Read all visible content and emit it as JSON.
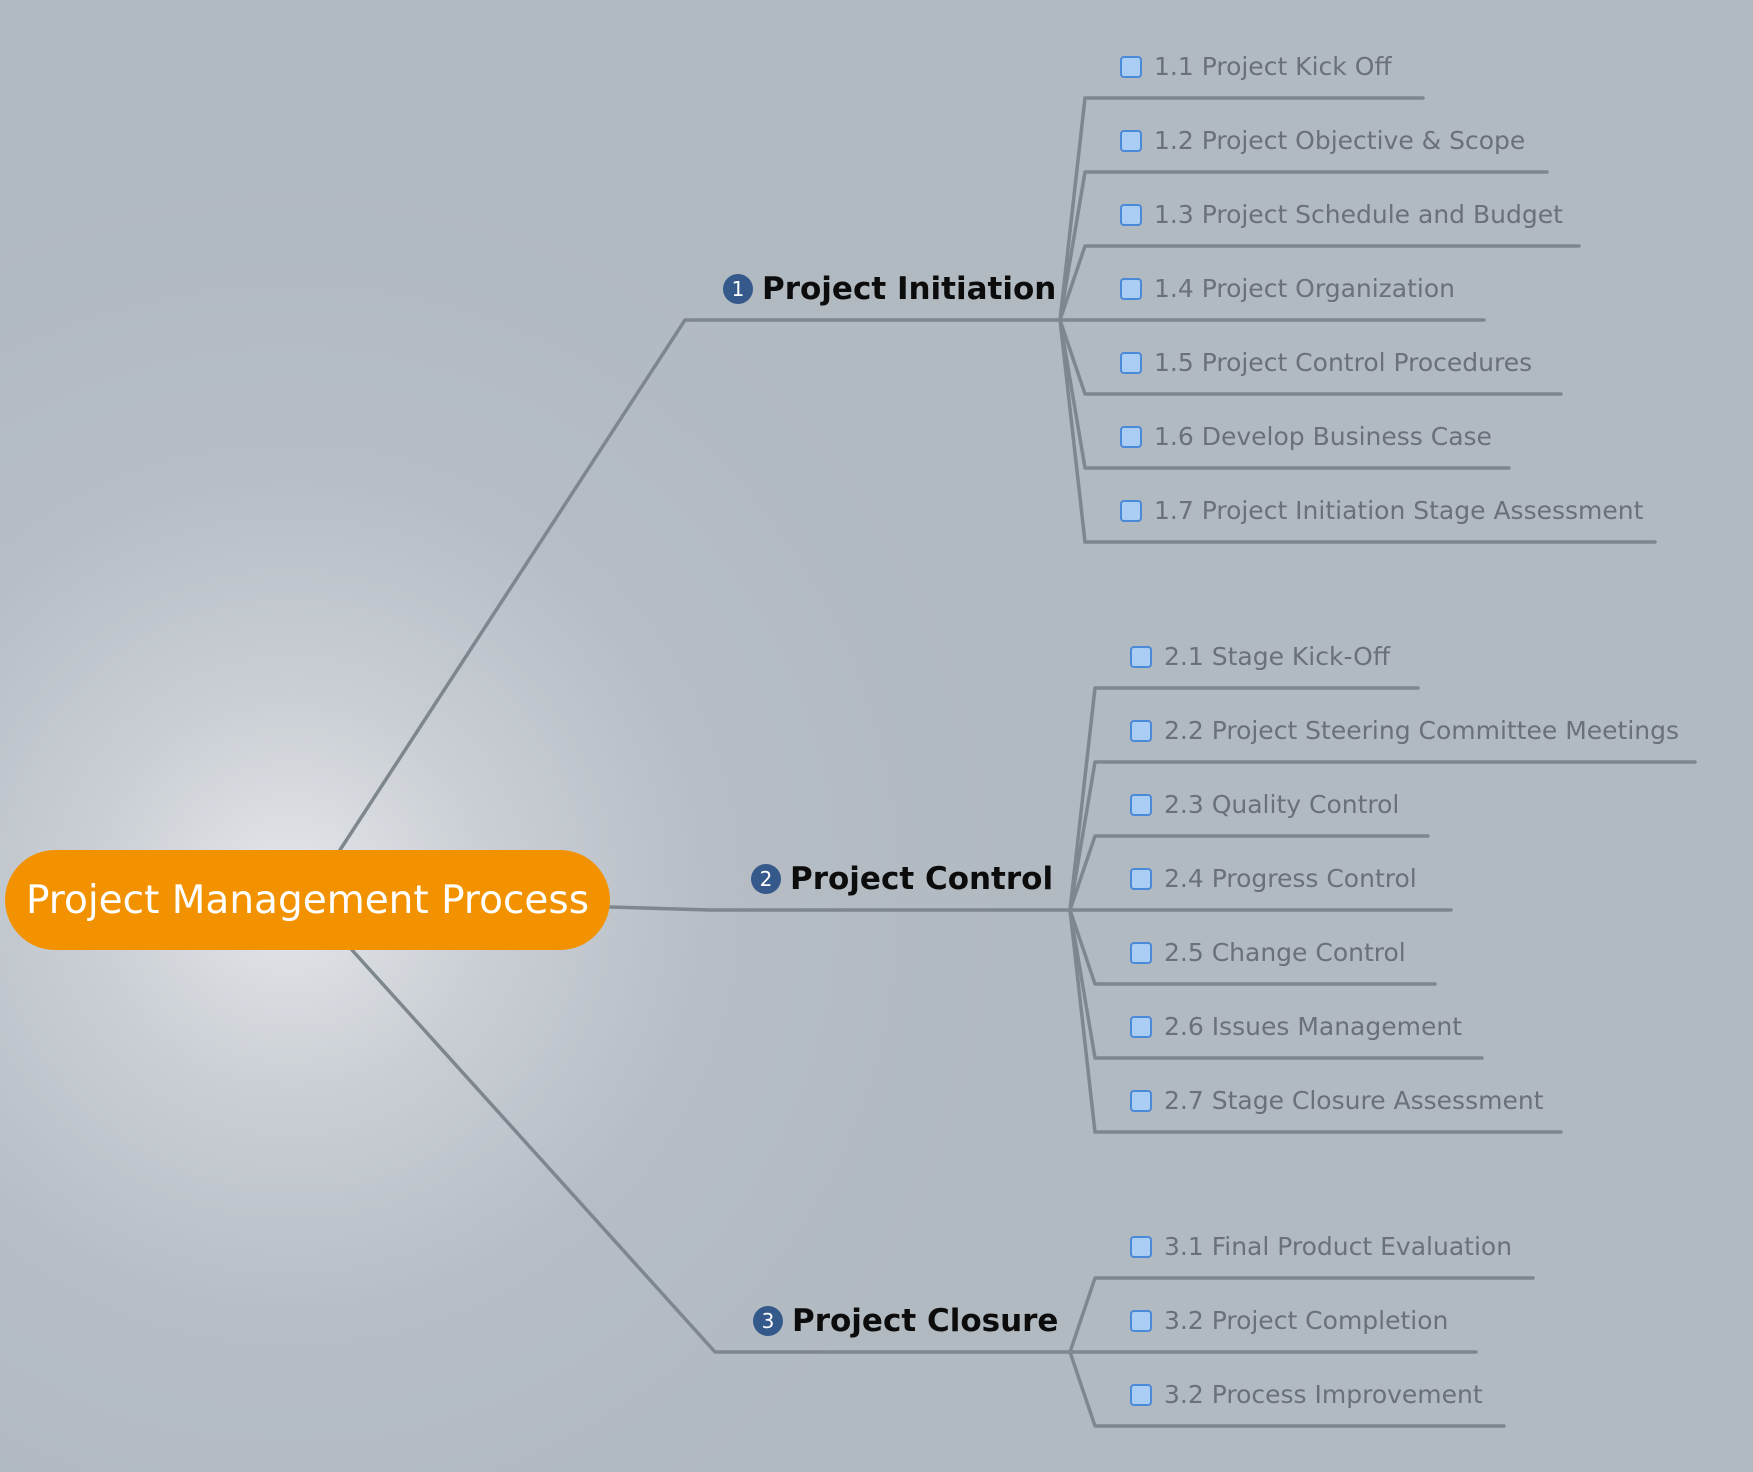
{
  "map": {
    "central_topic": "Project Management Process",
    "branches": [
      {
        "number": "1",
        "label": "Project Initiation",
        "items": [
          "1.1 Project Kick Off",
          "1.2 Project Objective & Scope",
          "1.3 Project Schedule and Budget",
          "1.4 Project Organization",
          "1.5 Project Control Procedures",
          "1.6 Develop Business Case",
          "1.7 Project Initiation Stage Assessment"
        ]
      },
      {
        "number": "2",
        "label": "Project Control",
        "items": [
          "2.1 Stage Kick-Off",
          "2.2 Project Steering Committee Meetings",
          "2.3 Quality Control",
          "2.4 Progress Control",
          "2.5 Change Control",
          "2.6 Issues Management",
          "2.7 Stage Closure Assessment"
        ]
      },
      {
        "number": "3",
        "label": "Project Closure",
        "items": [
          "3.1 Final Product Evaluation",
          "3.2 Project Completion",
          "3.2 Process Improvement"
        ]
      }
    ],
    "colors": {
      "central_fill": "#f39200",
      "central_text": "#ffffff",
      "connector": "#7e868e",
      "badge": "#35598a",
      "task_box_fill": "#a9cdf3",
      "task_box_border": "#4a8ad8",
      "sub_text": "#6a7178",
      "branch_text": "#0c0c0c"
    },
    "icons": {
      "branch_marker": "numbered-circle-icon",
      "item_marker": "task-checkbox-icon"
    }
  }
}
